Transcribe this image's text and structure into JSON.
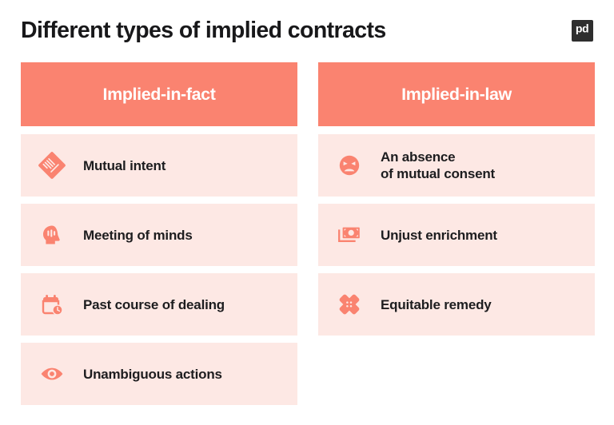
{
  "header": {
    "title": "Different types of implied contracts",
    "logo_text": "pd",
    "logo_name": "pandadoc-logo"
  },
  "theme": {
    "accent": "#FA8370",
    "card_bg": "#FDE8E4",
    "text": "#1D1D1F",
    "title_text": "#18181A",
    "header_text": "#FFFFFF",
    "page_bg": "#FFFFFF",
    "logo_bg": "#2E2E2E"
  },
  "columns": [
    {
      "id": "implied-in-fact",
      "header": "Implied-in-fact",
      "items": [
        {
          "label": "Mutual intent",
          "icon": "handshake-icon"
        },
        {
          "label": "Meeting of minds",
          "icon": "head-mind-icon"
        },
        {
          "label": "Past course of dealing",
          "icon": "calendar-clock-icon"
        },
        {
          "label": "Unambiguous actions",
          "icon": "eye-icon"
        }
      ]
    },
    {
      "id": "implied-in-law",
      "header": "Implied-in-law",
      "items": [
        {
          "label": "An absence\nof mutual consent",
          "icon": "angry-face-icon"
        },
        {
          "label": "Unjust enrichment",
          "icon": "banknotes-icon"
        },
        {
          "label": "Equitable remedy",
          "icon": "crossed-bandages-icon"
        }
      ]
    }
  ]
}
